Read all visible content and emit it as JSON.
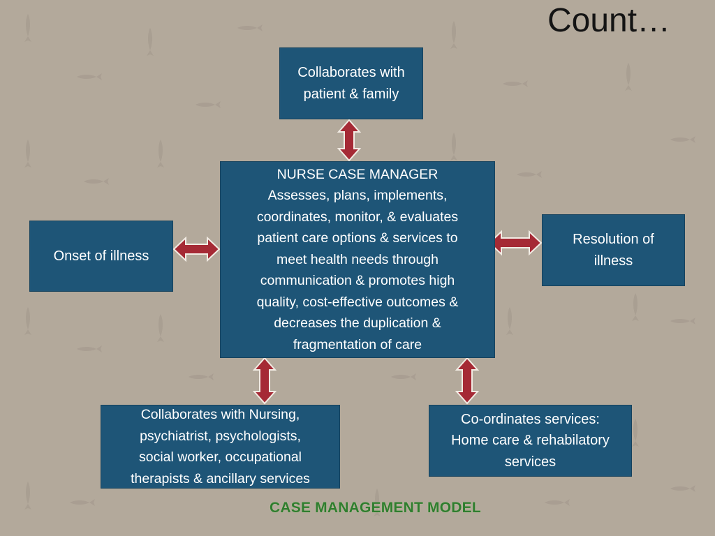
{
  "slide_title": "Count…",
  "nodes": {
    "top": "Collaborates with\npatient & family",
    "center_heading": "NURSE CASE MANAGER",
    "center_body": "Assesses, plans, implements,\ncoordinates, monitor, & evaluates\npatient care options & services to\nmeet health needs through\ncommunication & promotes high\nquality, cost-effective outcomes &\ndecreases the duplication &\nfragmentation of care",
    "left": "Onset of illness",
    "right": "Resolution of\nillness",
    "bottom_left": "Collaborates with Nursing,\npsychiatrist, psychologists,\nsocial worker, occupational\ntherapists & ancillary services",
    "bottom_right": "Co-ordinates services:\nHome care & rehabilatory\nservices"
  },
  "caption": "CASE MANAGEMENT MODEL",
  "colors": {
    "background": "#b3a99b",
    "box_fill": "#1e5577",
    "box_text": "#ffffff",
    "arrow": "#a52a35",
    "caption": "#2f7d2f"
  }
}
